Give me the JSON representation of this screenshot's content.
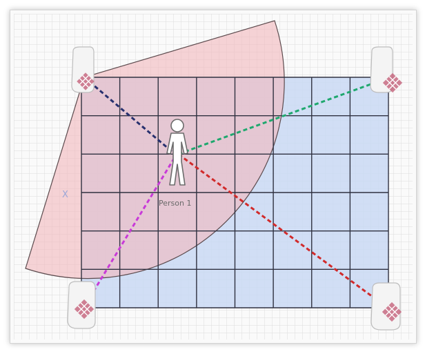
{
  "diagram": {
    "person_label": "Person 1",
    "edge_hint": "X",
    "colors": {
      "fine_grid": "#dcdcdc",
      "area_fill": "#c9d8f3",
      "area_grid": "#2f3140",
      "sector_fill": "#f2b8bc",
      "sector_stroke": "#5b4a4d",
      "line_top_left": "#27306e",
      "line_top_right": "#1fa86e",
      "line_bottom_left": "#c83ad8",
      "line_bottom_right": "#d12a2a",
      "anchor_body": "#f4f4f4",
      "anchor_mark": "#c4627a"
    },
    "anchors": [
      {
        "id": "anchor-top-left",
        "icon": "wifi-anchor-icon"
      },
      {
        "id": "anchor-top-right",
        "icon": "wifi-anchor-icon"
      },
      {
        "id": "anchor-bottom-left",
        "icon": "wifi-anchor-icon"
      },
      {
        "id": "anchor-bottom-right",
        "icon": "wifi-anchor-icon"
      }
    ],
    "person_icon": "person-icon"
  }
}
